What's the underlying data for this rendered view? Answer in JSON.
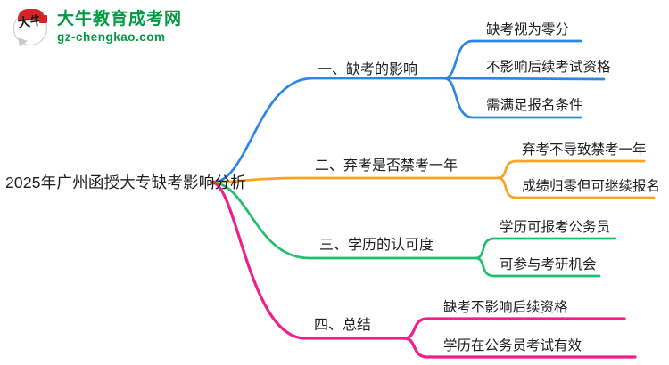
{
  "logo": {
    "site_name": "大牛教育成考网",
    "site_url": "gz-chengkao.com",
    "mark_text": "大牛",
    "brand_green": "#009944",
    "brand_red": "#d7232a"
  },
  "mindmap": {
    "central_topic": "2025年广州函授大专缺考影响分析",
    "root_dot_color": "#b0413e",
    "branches": [
      {
        "label": "一、缺考的影响",
        "color": "#2d86e4",
        "children": [
          "缺考视为零分",
          "不影响后续考试资格",
          "需满足报名条件"
        ]
      },
      {
        "label": "二、弃考是否禁考一年",
        "color": "#f7a520",
        "children": [
          "弃考不导致禁考一年",
          "成绩归零但可继续报名"
        ]
      },
      {
        "label": "三、学历的认可度",
        "color": "#22be6e",
        "children": [
          "学历可报考公务员",
          "可参与考研机会"
        ]
      },
      {
        "label": "四、总结",
        "color": "#f01f8c",
        "children": [
          "缺考不影响后续资格",
          "学历在公务员考试有效"
        ]
      }
    ]
  }
}
